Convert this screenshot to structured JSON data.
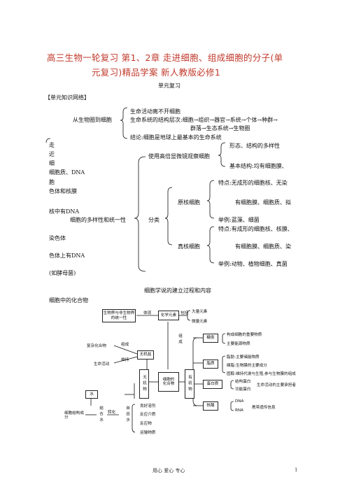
{
  "title_line1": "高三生物一轮复习 第1、2章 走进细胞、组成细胞的分子(单",
  "title_line2": "元复习)精品学案 新人教版必修1",
  "section_title": "单元复习",
  "network_header": "【单元知识网络】",
  "net": {
    "l1": "生命活动离不开细胞",
    "from_bio": "从生物圈到细胞",
    "l2": "生命系统的结构层次:细胞→组织→器官→系统→个体→种群→",
    "l3": "群落→生态系统→生物圈",
    "l4": "结论:细胞是地球上最基本的生命系统",
    "zou": "走",
    "l5": "形态、结构的多样性",
    "jin": "近",
    "l6": "使用高倍显微镜观察细胞",
    "xi": "细",
    "l7": "基本结构:均有细胞膜、",
    "l8": "细胞质、DNA",
    "bao": "胞",
    "l9": "色体和核膜",
    "l10": "特点:无成形的细胞核、无染",
    "l11": "原核细胞",
    "l12": "有细胞膜、细胞质、拟",
    "l13": "核中有DNA",
    "l14": "细胞的多样性和统一性",
    "l15": "分类",
    "l16": "举例:蓝藻、细菌",
    "l17": "特点:有成形的细胞核、核膜、",
    "l18": "染色体",
    "l19": "真核细胞",
    "l20": "有细胞膜、细胞质、染",
    "l21": "色体上有DNA",
    "l22": "举例:动物、植物细胞、真菌",
    "l23": "(如酵母菌)"
  },
  "cell_theory_title": "细胞学说的建立过程和内容",
  "compounds_title": "细胞中的化合物",
  "diagram": {
    "unity": "生物界与非生物界的统一性",
    "tixian": "体现",
    "chem_elements": "化学元素",
    "baokuo": "包括",
    "macro": "大量元素",
    "micro": "微量元素",
    "zucheng": "组成",
    "inorganic_salt": "无机盐",
    "complex": "复杂化合物",
    "zucheng2": "组成",
    "weichi": "维持",
    "life_activity": "生命活动",
    "inorganic": "无机物",
    "cell_compounds": "细胞的化合物",
    "organic": "有机物",
    "sugar": "糖类",
    "sugar1": "构成细胞的重要物质",
    "sugar2": "主要能源物质",
    "lipid": "脂质",
    "lipid1": "脂肪:主要储能物质",
    "lipid2": "磷脂:生物膜的主要成分",
    "lipid3": "固醇:维持代谢与生殖,参与生物膜的组成",
    "protein": "蛋白质",
    "protein1": "结构蛋白",
    "protein2": "功能蛋白",
    "protein_role": "生命活动的主要承担者",
    "nucleic": "核酸",
    "dna": "DNA",
    "rna": "RNA",
    "nucleic_role": "携带遗传信息",
    "water": "水",
    "bound": "结合水",
    "transform": "转化",
    "free": "自由水",
    "cell_structure": "细胞结构成分",
    "free1": "良好溶剂",
    "free2": "反应介质",
    "free3": "反应物",
    "free4": "运输物质"
  },
  "footer": "用心 爱心 专心",
  "page_number": "1"
}
